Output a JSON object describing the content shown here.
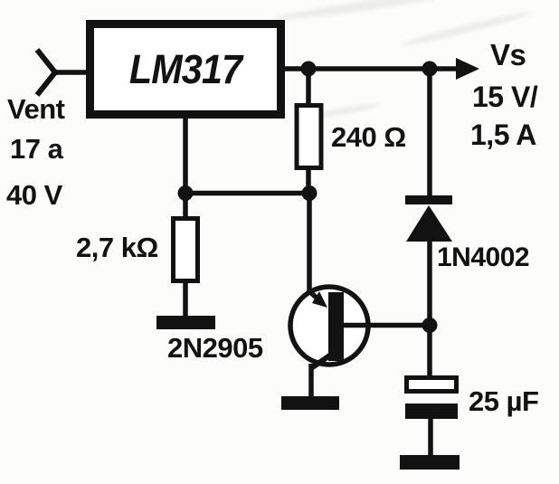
{
  "schematic": {
    "ic_label": "LM317",
    "input_lines": [
      "Vent",
      "17 a",
      "40 V"
    ],
    "output_lines": [
      "Vs",
      "15 V/",
      "1,5 A"
    ],
    "resistor_top": "240 Ω",
    "resistor_adj": "2,7 kΩ",
    "transistor": "2N2905",
    "diode": "1N4002",
    "capacitor": "25 µF"
  },
  "colors": {
    "ink": "#121212",
    "paper": "#fcfcfa"
  }
}
